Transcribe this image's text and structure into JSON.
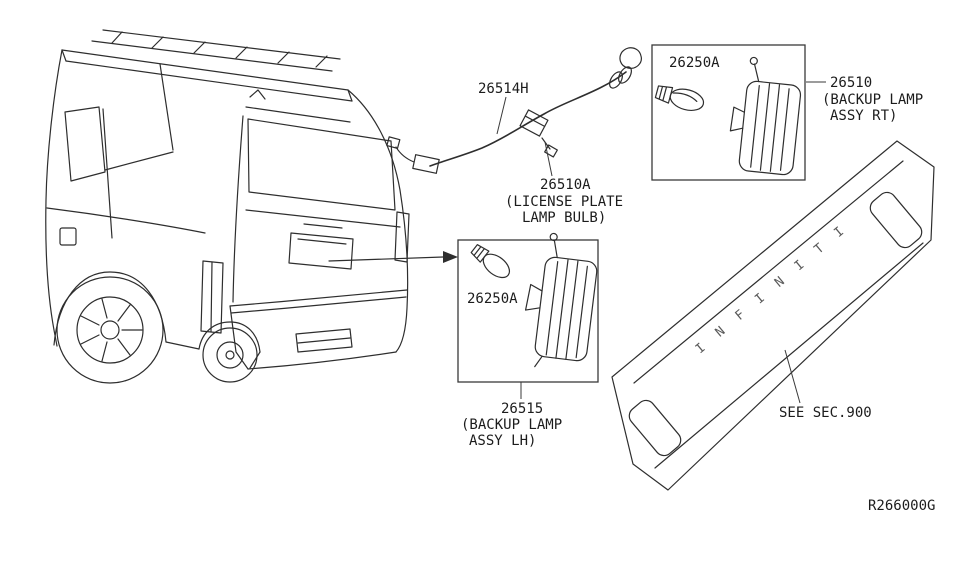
{
  "diagram": {
    "ref_code": "R266000G",
    "panel": {
      "brand_text": "INFINITI",
      "ref_label": "SEE SEC.900"
    },
    "harness": {
      "code": "26514H"
    },
    "license_lamp": {
      "code": "26510A",
      "desc_line1": "(LICENSE PLATE",
      "desc_line2": "LAMP BULB)"
    },
    "backup_rt": {
      "bulb_code": "26250A",
      "code": "26510",
      "desc_line1": "(BACKUP LAMP",
      "desc_line2": "ASSY RT)"
    },
    "backup_lh": {
      "bulb_code": "26250A",
      "code": "26515",
      "desc_line1": "(BACKUP LAMP",
      "desc_line2": "ASSY LH)"
    }
  }
}
